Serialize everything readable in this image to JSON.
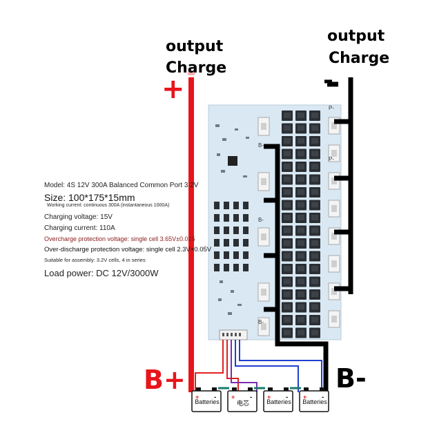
{
  "labels": {
    "left_output": "output",
    "left_charge": "Charge",
    "right_output": "output",
    "right_charge": "Charge",
    "plus_sign": "+",
    "minus_sign": "-",
    "b_plus": "B+",
    "b_minus": "B-"
  },
  "specs": {
    "model": "Model: 4S 12V 300A Balanced Common Port 3.2V",
    "size": "Size: 100*175*15mm",
    "working_current": "Working current: continuous 300A (instantaneous 1000A)",
    "charging_voltage": "Charging voltage: 15V",
    "charging_current": "Charging current: 110A",
    "overcharge": "Overcharge protection voltage: single cell 3.65V±0.025",
    "overdischarge": "Over-discharge protection voltage: single cell 2.3V+0.05V",
    "assembly": "Suitable for assembly: 3.2V cells, 4 in series",
    "load_power": "Load power: DC 12V/3000W"
  },
  "board": {
    "pad_label_b": "B-",
    "pad_label_p": "P-"
  },
  "batteries": [
    {
      "label": "Batteries"
    },
    {
      "label": "电芯"
    },
    {
      "label": "Batteries"
    },
    {
      "label": "Batteries"
    }
  ],
  "colors": {
    "positive_wire": "#e8141b",
    "negative_wire": "#000000",
    "board": "#d9e8f3",
    "balance_red": "#e02020",
    "balance_purple": "#7a2bb0",
    "balance_blue": "#2040d0",
    "overcharge_text": "#8b1a1a"
  }
}
